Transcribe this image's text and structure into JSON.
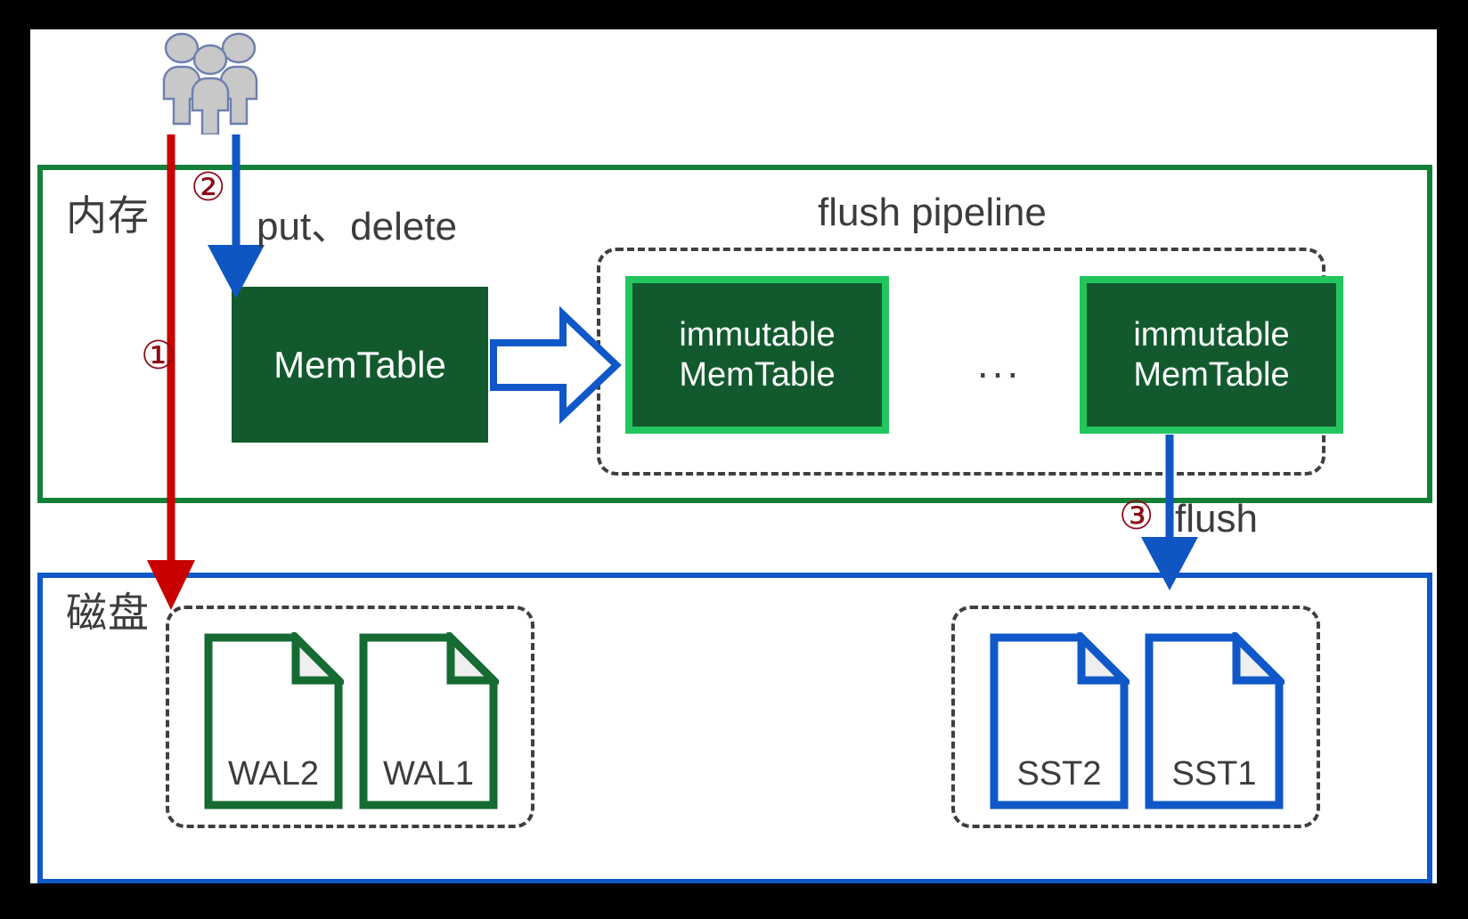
{
  "colors": {
    "memory_frame": "#138038",
    "disk_frame": "#1058C8",
    "memtable_fill": "#125A2E",
    "immutable_border": "#22C55E",
    "step_number": "#8C0B18",
    "wal_doc": "#156B32",
    "sst_doc": "#1058C8",
    "text": "#3C3C3C",
    "red_arrow": "#C80000",
    "blue_arrow": "#0F56C3",
    "dashed_group": "#3F3F3F",
    "people_fill": "#C8C8C8",
    "people_stroke": "#6E7FAF",
    "canvas": "#FFFFFF",
    "page": "#000000"
  },
  "memory": {
    "label": "内存",
    "memtable": {
      "label": "MemTable"
    },
    "operations_label": "put、delete",
    "pipeline": {
      "title": "flush pipeline",
      "ellipsis": "...",
      "items": [
        {
          "line1": "immutable",
          "line2": "MemTable"
        },
        {
          "line1": "immutable",
          "line2": "MemTable"
        }
      ]
    }
  },
  "disk": {
    "label": "磁盘",
    "wal_group": {
      "files": [
        {
          "label": "WAL2"
        },
        {
          "label": "WAL1"
        }
      ]
    },
    "sst_group": {
      "files": [
        {
          "label": "SST2"
        },
        {
          "label": "SST1"
        }
      ]
    }
  },
  "steps": [
    {
      "marker": "①",
      "note": "write-ahead-log write to disk"
    },
    {
      "marker": "②",
      "note": "put/delete into memtable"
    },
    {
      "marker": "③",
      "note": "flush immutable memtable to SST"
    }
  ],
  "labels": {
    "step1": "①",
    "step2": "②",
    "step3": "③",
    "flush": "flush"
  },
  "icons": {
    "people": "people-group-icon",
    "doc": "document-icon",
    "block_arrow": "block-arrow-right-icon",
    "arrow_down_red": "arrow-down-red-icon",
    "arrow_down_blue": "arrow-down-blue-icon"
  }
}
